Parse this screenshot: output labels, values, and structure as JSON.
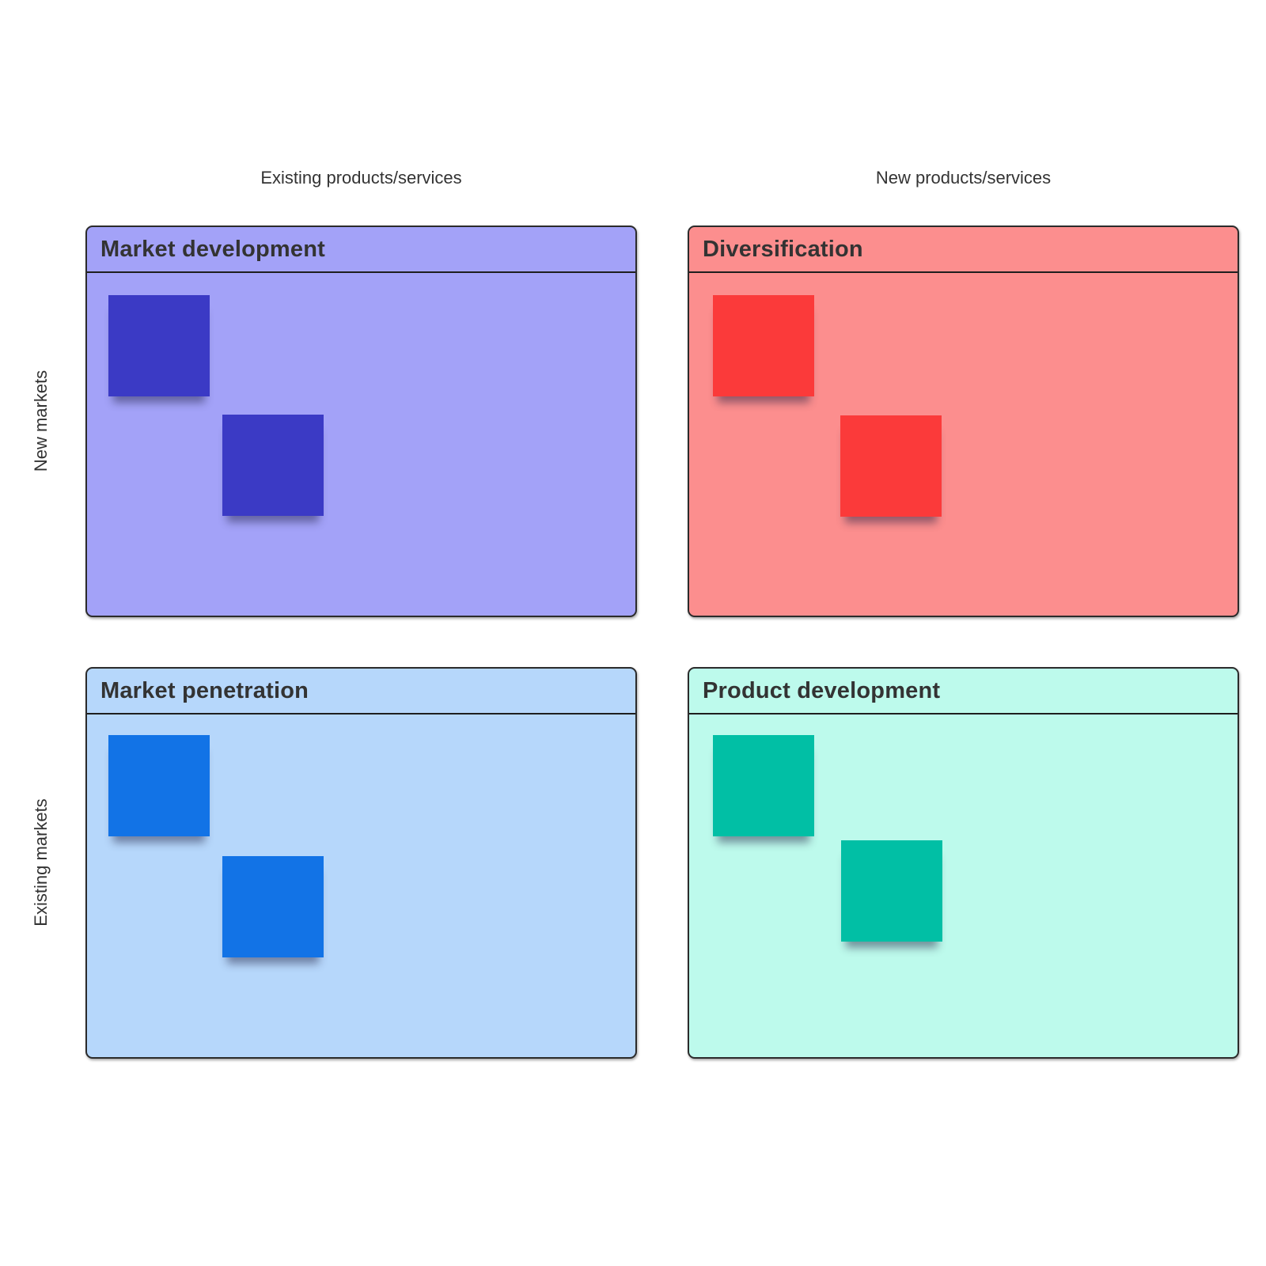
{
  "axis_labels": {
    "col_left": "Existing products/services",
    "col_right": "New products/services",
    "row_top": "New markets",
    "row_bottom": "Existing markets"
  },
  "quadrants": [
    {
      "title": "Market development",
      "bg_color": "#a3a2f8",
      "note_color": "#3b3ac5",
      "note_count": 2
    },
    {
      "title": "Diversification",
      "bg_color": "#fc8e8e",
      "note_color": "#fb3a3a",
      "note_count": 2
    },
    {
      "title": "Market penetration",
      "bg_color": "#b6d7fb",
      "note_color": "#1273e6",
      "note_count": 2
    },
    {
      "title": "Product development",
      "bg_color": "#bdfaec",
      "note_color": "#01bfa5",
      "note_count": 2
    }
  ],
  "colors": {
    "page_background": "#ffffff",
    "box_border": "#2b2b2b",
    "header_divider": "#1e1e1e",
    "text": "#333333"
  }
}
